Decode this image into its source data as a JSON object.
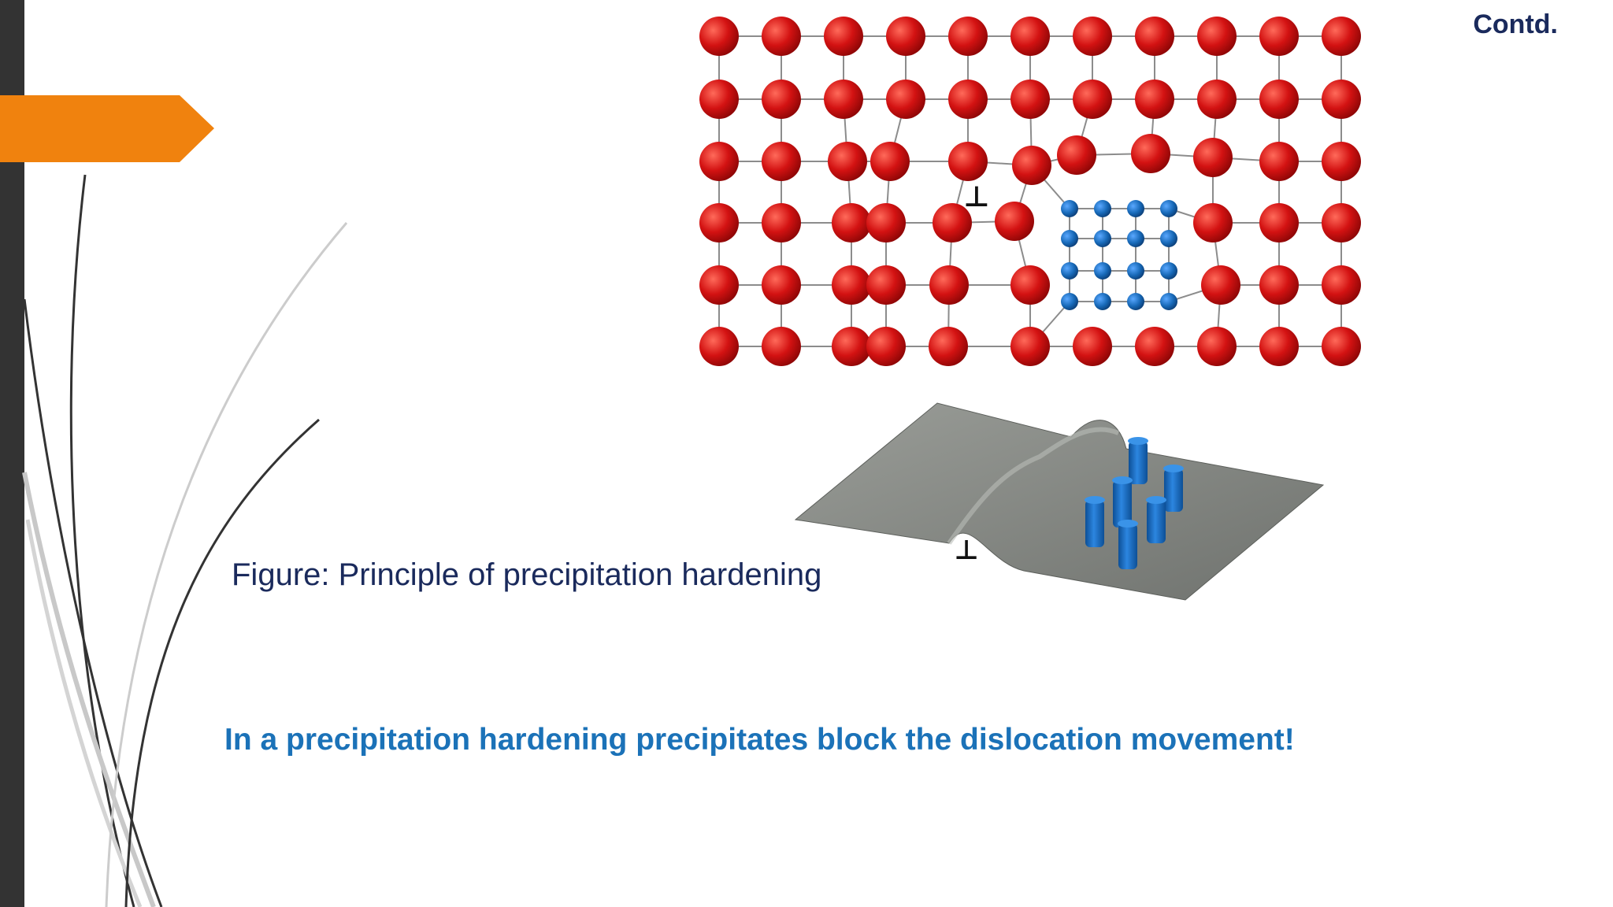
{
  "slide": {
    "corner_label": "Contd.",
    "caption": "Figure: Principle of precipitation hardening",
    "statement": "In a precipitation hardening precipitates block the dislocation movement!"
  },
  "figure": {
    "dislocation_symbol": "⊥",
    "matrix_atom_color": "#d31212",
    "precipitate_atom_color": "#1769b8",
    "glide_plane_color": "#8a8d8a"
  },
  "theme": {
    "accent": "#f0820e",
    "sidebar": "#333333",
    "title_color": "#1a2a5c",
    "statement_color": "#1b72b8"
  }
}
